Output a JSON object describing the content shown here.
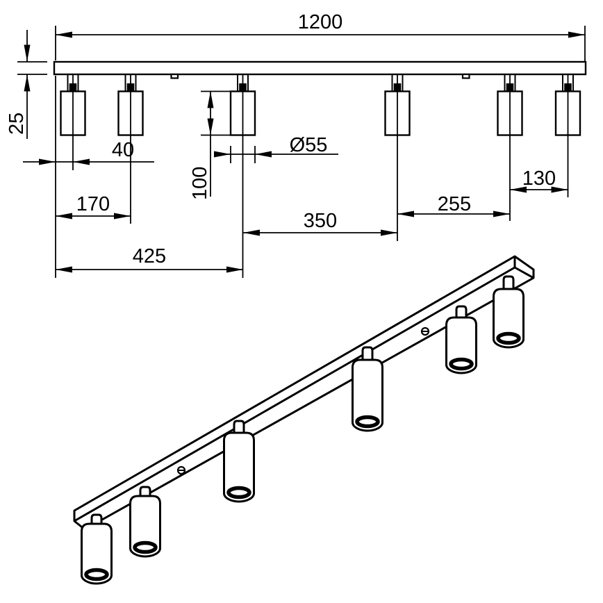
{
  "drawing": {
    "background_color": "#ffffff",
    "line_color": "#000000",
    "front_view": {
      "spotlight_count": 6,
      "mounting_notch_count": 2,
      "dimensions": {
        "total": "1200",
        "thickness": "25",
        "first_offset": "40",
        "second_offset": "170",
        "third_offset": "425",
        "diameter": "Ø55",
        "spot_height": "100",
        "span_3_4": "350",
        "span_4_5": "255",
        "span_5_6": "130"
      }
    },
    "perspective_view": {
      "spotlight_count": 6,
      "screw_count": 2
    }
  }
}
